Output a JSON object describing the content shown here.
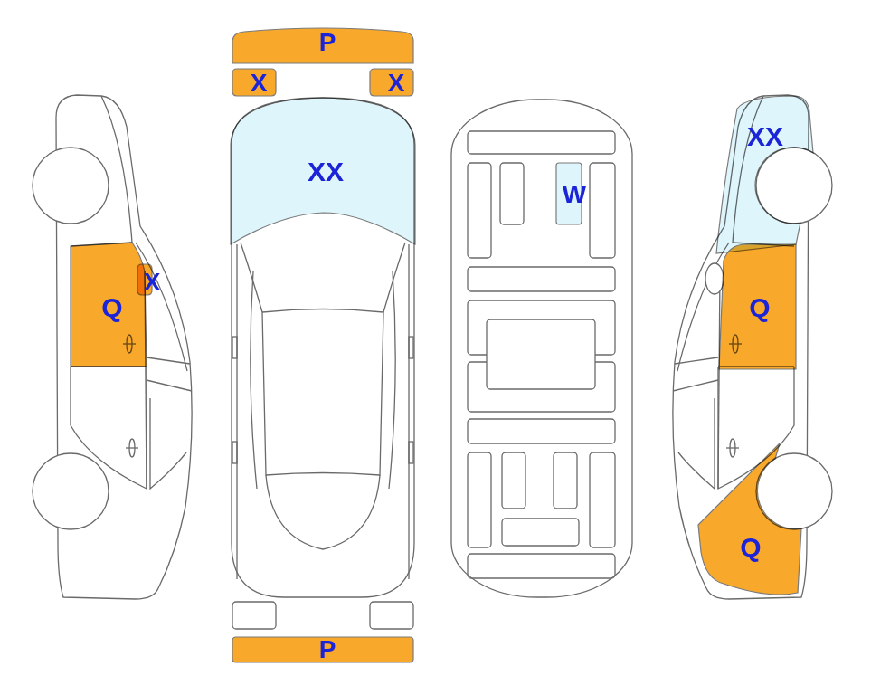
{
  "diagram": {
    "nodes": [
      {
        "text": [
          "P"
        ]
      },
      {
        "text": [
          "X"
        ]
      },
      {
        "text": [
          "X"
        ]
      },
      {
        "text": [
          "XX"
        ]
      },
      {
        "text": [
          "XX"
        ]
      },
      {
        "text": [
          "W"
        ]
      },
      {
        "text": [
          "Q"
        ]
      },
      {
        "text": [
          "X"
        ]
      },
      {
        "text": [
          "Q"
        ]
      },
      {
        "text": [
          "Q"
        ]
      },
      {
        "text": [
          "P"
        ]
      }
    ]
  }
}
